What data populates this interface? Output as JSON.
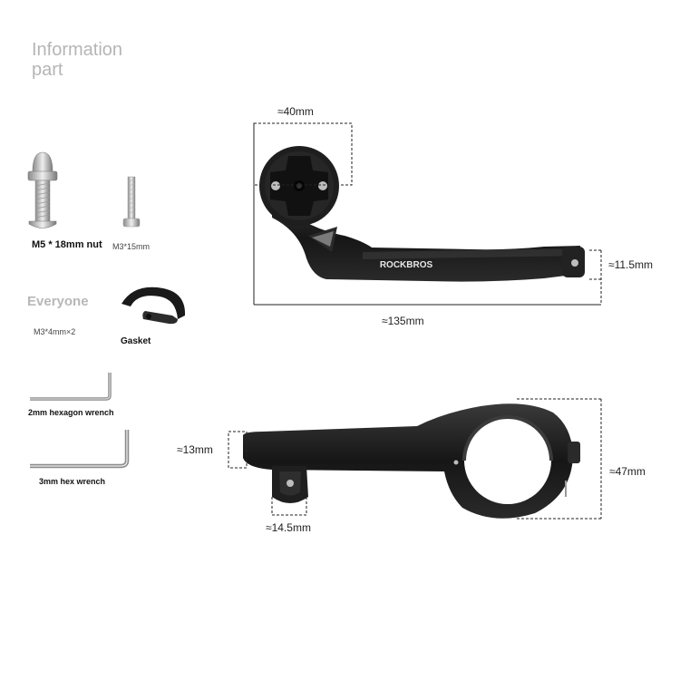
{
  "header": {
    "title_line1": "Information",
    "title_line2": "part"
  },
  "parts": {
    "bolt_label": "M5 * 18mm nut",
    "screw_label": "M3*15mm",
    "everyone_label": "Everyone",
    "small_screw_label": "M3*4mm×2",
    "gasket_label": "Gasket",
    "wrench2_label": "2mm hexagon wrench",
    "wrench3_label": "3mm hex wrench"
  },
  "product": {
    "brand": "ROCKBROS",
    "colors": {
      "body": "#1c1c1c",
      "highlight": "#3a3a3a",
      "metal": "#c8c8c8"
    }
  },
  "dimensions": {
    "top_width": "≈40mm",
    "total_length": "≈135mm",
    "clamp_height": "≈11.5mm",
    "arm_thickness": "≈13mm",
    "mount_width": "≈14.5mm",
    "clamp_diameter": "≈47mm"
  }
}
